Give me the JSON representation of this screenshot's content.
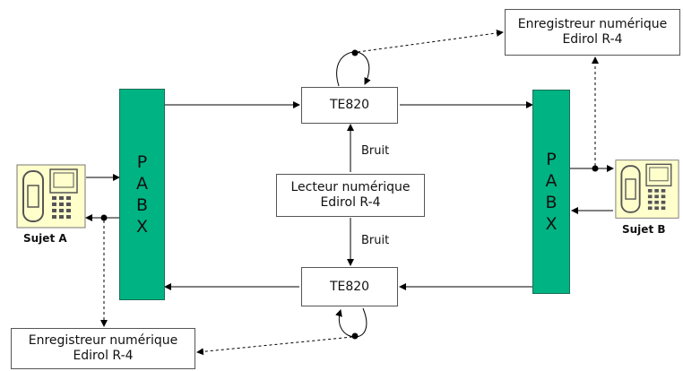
{
  "pabx_left": {
    "letters": [
      "P",
      "A",
      "B",
      "X"
    ]
  },
  "pabx_right": {
    "letters": [
      "P",
      "A",
      "B",
      "X"
    ]
  },
  "te820_top": {
    "label": "TE820"
  },
  "te820_bottom": {
    "label": "TE820"
  },
  "reader": {
    "line1": "Lecteur numérique",
    "line2": "Edirol R-4"
  },
  "recorder_top": {
    "line1": "Enregistreur numérique",
    "line2": "Edirol R-4"
  },
  "recorder_bottom": {
    "line1": "Enregistreur numérique",
    "line2": "Edirol R-4"
  },
  "noise_top": "Bruit",
  "noise_bottom": "Bruit",
  "subject_a": "Sujet A",
  "subject_b": "Sujet B",
  "colors": {
    "pabx_fill": "#00b383",
    "phone_body": "#ffffcc",
    "line": "#000000"
  },
  "icons": [
    "telephone-icon"
  ]
}
